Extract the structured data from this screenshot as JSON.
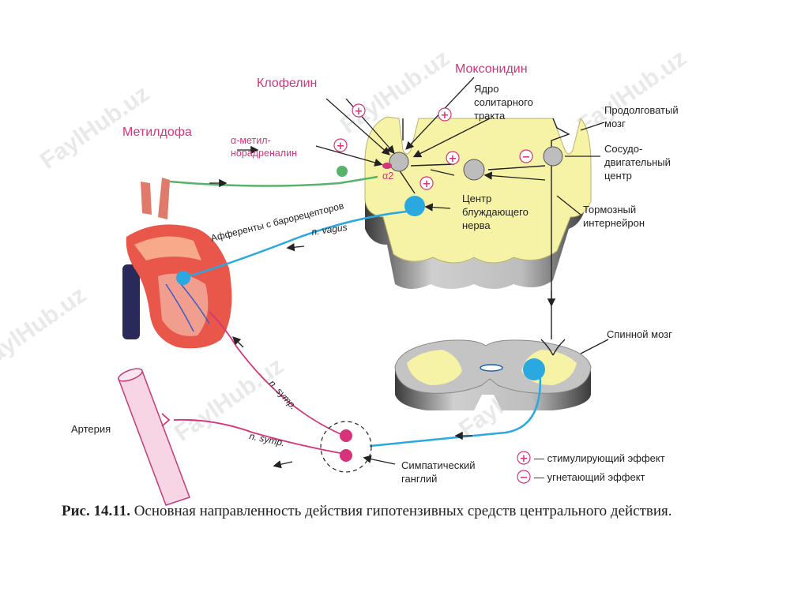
{
  "labels": {
    "klofelin": "Клофелин",
    "moksonidin": "Моксонидин",
    "metildofa": "Метилдофа",
    "alpha_metil_1": "α-метил-",
    "alpha_metil_2": "норадреналин",
    "alpha2": "α2",
    "yadro_1": "Ядро",
    "yadro_2": "солитарного",
    "yadro_3": "тракта",
    "prodolg_1": "Продолговатый",
    "prodolg_2": "мозг",
    "sosudo_1": "Сосудо-",
    "sosudo_2": "двигательный",
    "sosudo_3": "центр",
    "tsentr_1": "Центр",
    "tsentr_2": "блуждающего",
    "tsentr_3": "нерва",
    "tormoz_1": "Тормозный",
    "tormoz_2": "интернейрон",
    "afferenty": "Афференты с барорецепторов",
    "n_vagus": "n. vagus",
    "spinnoy": "Спинной мозг",
    "arteriya": "Артерия",
    "n_symp_1": "n. symp.",
    "n_symp_2": "n. symp.",
    "simpat_1": "Симпатический",
    "simpat_2": "ганглий",
    "plus": "+",
    "minus": "−"
  },
  "legend": {
    "stim": "— стимулирующий эффект",
    "ugnet": "— угнетающий эффект"
  },
  "caption": {
    "label": "Рис. 14.11.",
    "text": " Основная направленность действия гипотензивных средств центрального действия."
  },
  "watermark": "FaylHub.uz",
  "colors": {
    "pink": "#d6337a",
    "yellow": "#f7f3a6",
    "gray": "#8a8a8a",
    "blue": "#2aa8e0",
    "green": "#58b36a",
    "heart": "#e8574a"
  }
}
